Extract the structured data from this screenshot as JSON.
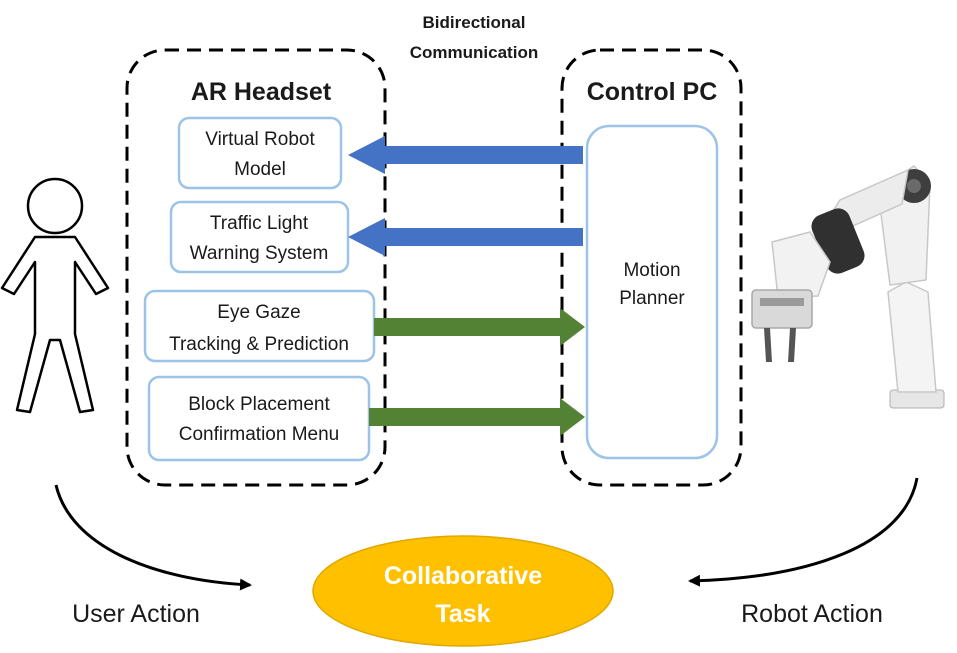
{
  "diagram": {
    "title_line1": "Bidirectional",
    "title_line2": "Communication",
    "ar_headset": {
      "label": "AR Headset",
      "modules": [
        {
          "line1": "Virtual Robot",
          "line2": "Model"
        },
        {
          "line1": "Traffic Light",
          "line2": "Warning System"
        },
        {
          "line1": "Eye Gaze",
          "line2": "Tracking & Prediction"
        },
        {
          "line1": "Block Placement",
          "line2": "Confirmation Menu"
        }
      ]
    },
    "control_pc": {
      "label": "Control PC",
      "planner_line1": "Motion",
      "planner_line2": "Planner"
    },
    "task": {
      "line1": "Collaborative",
      "line2": "Task"
    },
    "user_action": "User Action",
    "robot_action": "Robot Action"
  },
  "colors": {
    "box_border": "#9dc3e6",
    "arrow_blue": "#4472c4",
    "arrow_green": "#548235",
    "task_fill": "#ffc000",
    "task_text": "#ffffff",
    "text": "#1a1a1a"
  }
}
